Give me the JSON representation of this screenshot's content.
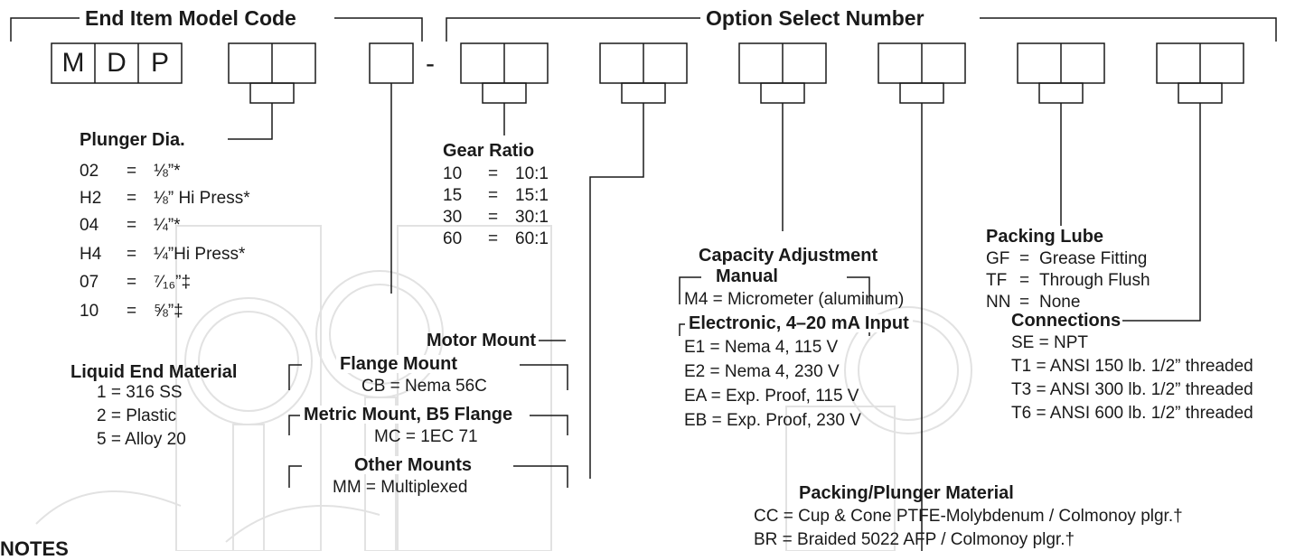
{
  "header": {
    "end_item_model_code": "End Item Model Code",
    "option_select_number": "Option Select Number"
  },
  "model_code": {
    "letters": [
      "M",
      "D",
      "P"
    ],
    "separator": "-"
  },
  "plunger_dia": {
    "title": "Plunger Dia.",
    "items": [
      {
        "code": "02",
        "eq": "=",
        "value": "⅛”*"
      },
      {
        "code": "H2",
        "eq": "=",
        "value": "⅛” Hi Press*"
      },
      {
        "code": "04",
        "eq": "=",
        "value": "¼”*"
      },
      {
        "code": "H4",
        "eq": "=",
        "value": "¼”Hi Press*"
      },
      {
        "code": "07",
        "eq": "=",
        "value": "⁷⁄₁₆”‡"
      },
      {
        "code": "10",
        "eq": "=",
        "value": "⅝”‡"
      }
    ]
  },
  "liquid_end": {
    "title": "Liquid End Material",
    "items": [
      "1 = 316 SS",
      "2 = Plastic",
      "5 = Alloy 20"
    ]
  },
  "gear_ratio": {
    "title": "Gear Ratio",
    "items": [
      {
        "code": "10",
        "eq": "=",
        "value": "10:1"
      },
      {
        "code": "15",
        "eq": "=",
        "value": "15:1"
      },
      {
        "code": "30",
        "eq": "=",
        "value": "30:1"
      },
      {
        "code": "60",
        "eq": "=",
        "value": "60:1"
      }
    ]
  },
  "motor_mount": {
    "title": "Motor Mount",
    "flange_title": "Flange Mount",
    "flange_item": "CB = Nema 56C",
    "metric_title": "Metric Mount, B5 Flange",
    "metric_item": "MC = 1EC 71",
    "other_title": "Other Mounts",
    "other_item": "MM = Multiplexed"
  },
  "capacity": {
    "title": "Capacity Adjustment",
    "manual_title": "Manual",
    "manual_item": "M4 = Micrometer (aluminum)",
    "electronic_title": "Electronic, 4–20 mA Input",
    "electronic_items": [
      "E1 = Nema 4, 115 V",
      "E2 = Nema 4, 230 V",
      "EA = Exp. Proof, 115 V",
      "EB = Exp. Proof, 230 V"
    ]
  },
  "packing_lube": {
    "title": "Packing Lube",
    "items": [
      {
        "code": "GF",
        "eq": "=",
        "value": "Grease Fitting"
      },
      {
        "code": "TF",
        "eq": "=",
        "value": "Through Flush"
      },
      {
        "code": "NN",
        "eq": "=",
        "value": "None"
      }
    ]
  },
  "connections": {
    "title": "Connections",
    "items": [
      "SE = NPT",
      "T1 = ANSI 150 lb. 1/2” threaded",
      "T3 = ANSI 300 lb. 1/2” threaded",
      "T6 = ANSI 600 lb. 1/2” threaded"
    ]
  },
  "packing_plunger": {
    "title": "Packing/Plunger Material",
    "items": [
      "CC = Cup & Cone PTFE-Molybdenum / Colmonoy plgr.†",
      "BR = Braided 5022 AFP / Colmonoy plgr.†"
    ]
  },
  "notes_title": "NOTES",
  "colors": {
    "ink": "#1a1a1a",
    "faint": "#d9d9d9"
  }
}
